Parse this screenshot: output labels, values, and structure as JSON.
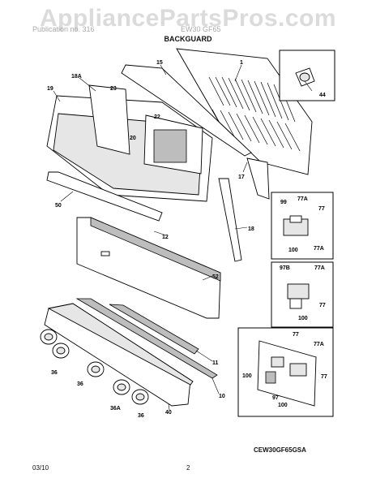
{
  "watermark": "AppliancePartsPros.com",
  "header_faded_left": "Publication no. 316",
  "header_faded_right": "EW30 GF65",
  "title": "BACKGUARD",
  "model": "CEW30GF65GSA",
  "footer": {
    "date": "03/10",
    "page": "2"
  },
  "callouts": {
    "c1": "1",
    "c15": "15",
    "c18A": "18A",
    "c23": "23",
    "c19": "19",
    "c22": "22",
    "c20": "20",
    "c17": "17",
    "c50": "50",
    "c12": "12",
    "c18": "18",
    "c52": "52",
    "c11": "11",
    "c10": "10",
    "c40": "40",
    "c36a": "36",
    "c36b": "36",
    "c36A": "36A",
    "c36c": "36",
    "c44": "44",
    "c99": "99",
    "c77A1": "77A",
    "c77a": "77",
    "c77A2": "77A",
    "c100a": "100",
    "c97B": "97B",
    "c77A3": "77A",
    "c77b": "77",
    "c100b": "100",
    "c77c": "77",
    "c77A4": "77A",
    "c100c": "100",
    "c77d": "77",
    "c97": "97",
    "c100d": "100"
  }
}
